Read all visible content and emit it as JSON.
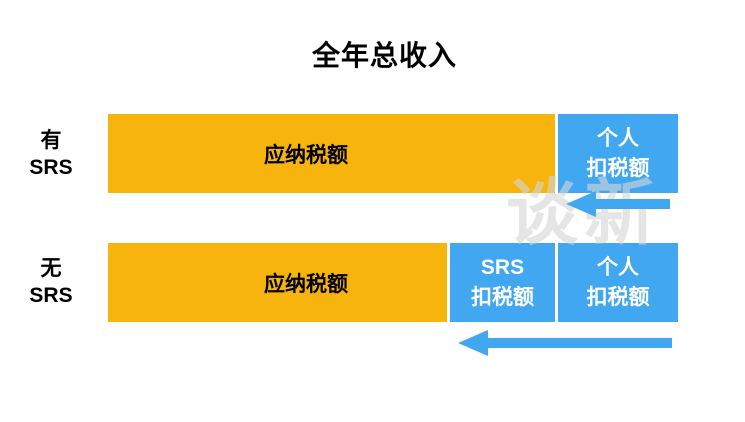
{
  "title": "全年总收入",
  "watermark": "谈新",
  "colors": {
    "bar_yellow": "#F6B40D",
    "bar_blue": "#41A7F1",
    "arrow_blue": "#41A7F1",
    "text_dark": "#000000",
    "text_light": "#FFFFFF",
    "watermark_gray": "#D5D5D5"
  },
  "rows": [
    {
      "side_label": {
        "line1": "有",
        "line2": "SRS"
      },
      "taxable_label": "应纳税额",
      "personal_relief": {
        "line1": "个人",
        "line2": "扣税额"
      }
    },
    {
      "side_label": {
        "line1": "无",
        "line2": "SRS"
      },
      "taxable_label": "应纳税额",
      "srs_relief": {
        "line1": "SRS",
        "line2": "扣税额"
      },
      "personal_relief": {
        "line1": "个人",
        "line2": "扣税额"
      }
    }
  ]
}
